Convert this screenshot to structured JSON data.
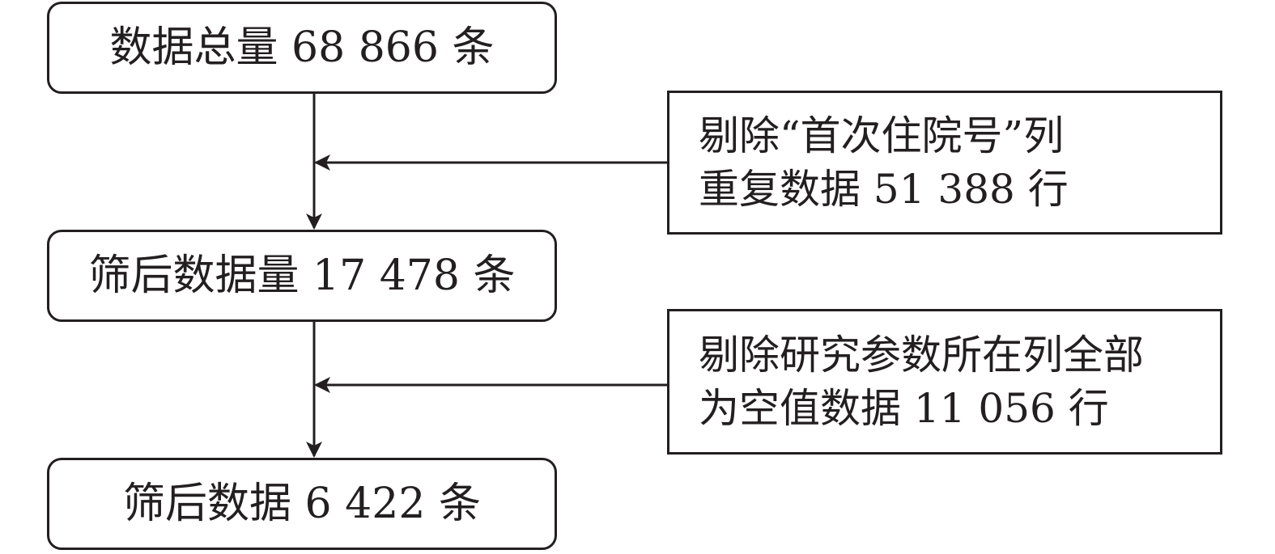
{
  "nodes": {
    "total": "数据总量 68 866 条",
    "filtered_1": "筛后数据量 17 478 条",
    "filtered_2": "筛后数据 6 422 条"
  },
  "exclusions": {
    "first": {
      "line_1": "剔除“首次住院号”列",
      "line_2": "重复数据 51 388 行"
    },
    "second": {
      "line_1": "剔除研究参数所在列全部",
      "line_2": "为空值数据 11 056 行"
    }
  },
  "colors": {
    "line": "#231f20",
    "text": "#231f20",
    "background": "#ffffff"
  }
}
